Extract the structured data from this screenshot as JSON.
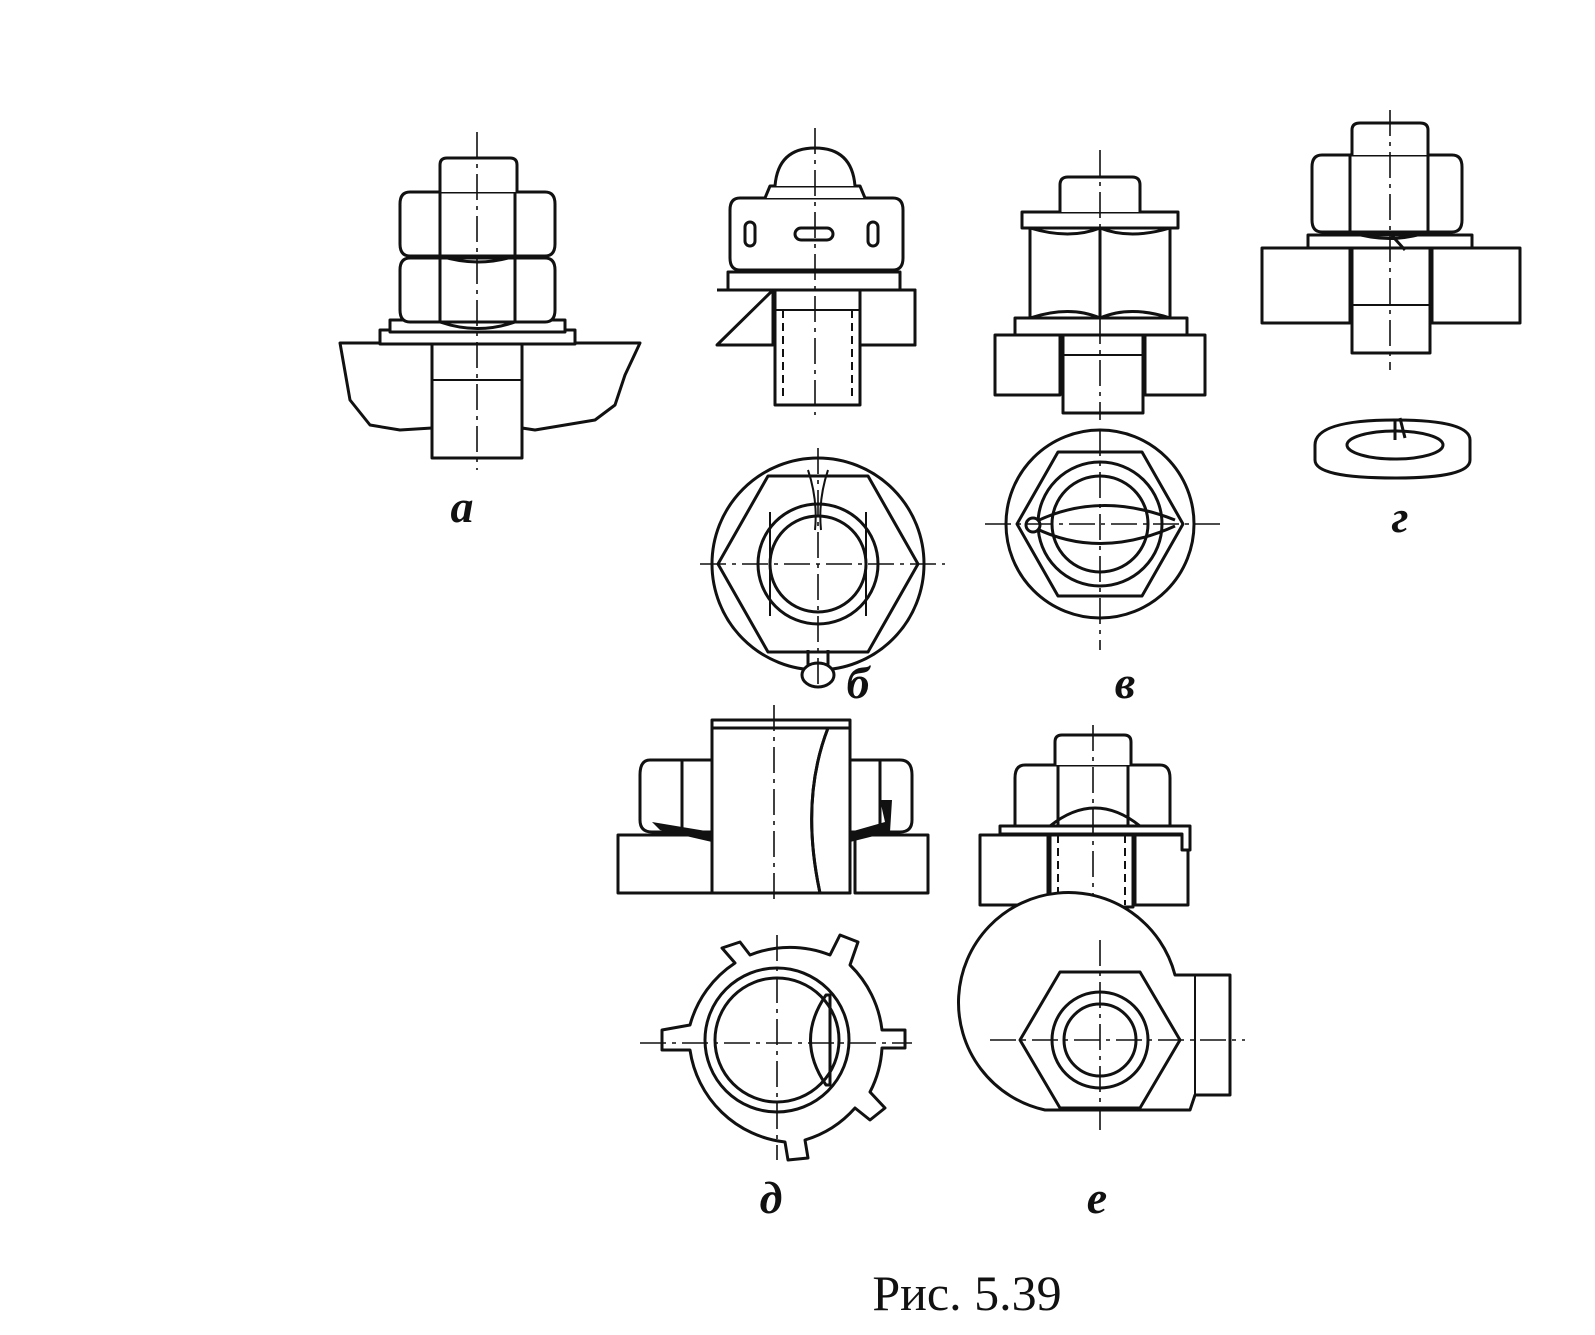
{
  "figure": {
    "caption": "Рис. 5.39",
    "labels": {
      "a": "а",
      "b": "б",
      "v": "в",
      "g": "г",
      "d": "д",
      "e": "е"
    },
    "colors": {
      "ink": "#111111",
      "paper": "#ffffff"
    }
  }
}
